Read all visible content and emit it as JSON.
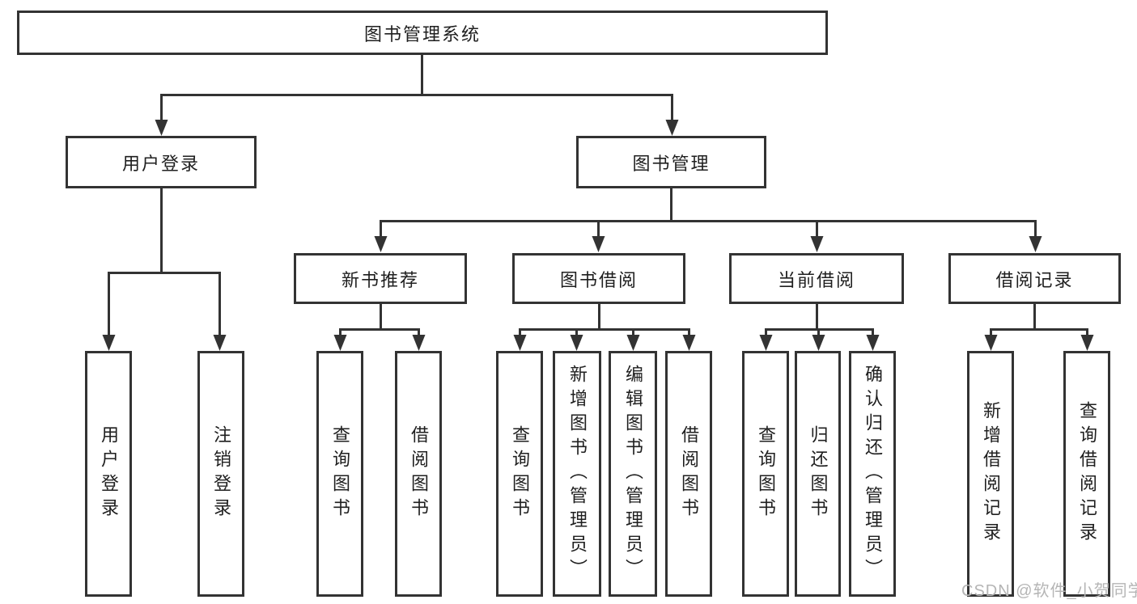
{
  "diagram": {
    "title": "图书管理系统",
    "type": "hierarchy-tree",
    "colors": {
      "line": "#333333",
      "box_border": "#333333",
      "text": "#1f1f1f",
      "background": "#ffffff",
      "watermark": "#b5b5b5"
    },
    "watermark": "CSDN @软件_小贺同学"
  },
  "nodes": {
    "root": {
      "label": "图书管理系统"
    },
    "level2": [
      {
        "label": "用户登录"
      },
      {
        "label": "图书管理"
      }
    ],
    "level3": [
      {
        "label": "新书推荐",
        "parent": "图书管理"
      },
      {
        "label": "图书借阅",
        "parent": "图书管理"
      },
      {
        "label": "当前借阅",
        "parent": "图书管理"
      },
      {
        "label": "借阅记录",
        "parent": "图书管理"
      }
    ],
    "leaves": [
      {
        "label": "用户登录",
        "parent": "用户登录"
      },
      {
        "label": "注销登录",
        "parent": "用户登录"
      },
      {
        "label": "查询图书",
        "parent": "新书推荐"
      },
      {
        "label": "借阅图书",
        "parent": "新书推荐"
      },
      {
        "label": "查询图书",
        "parent": "图书借阅"
      },
      {
        "label": "新增图书（管理员）",
        "parent": "图书借阅"
      },
      {
        "label": "编辑图书（管理员）",
        "parent": "图书借阅"
      },
      {
        "label": "借阅图书",
        "parent": "图书借阅"
      },
      {
        "label": "查询图书",
        "parent": "当前借阅"
      },
      {
        "label": "归还图书",
        "parent": "当前借阅"
      },
      {
        "label": "确认归还（管理员）",
        "parent": "当前借阅"
      },
      {
        "label": "新增借阅记录",
        "parent": "借阅记录"
      },
      {
        "label": "查询借阅记录",
        "parent": "借阅记录"
      }
    ]
  }
}
